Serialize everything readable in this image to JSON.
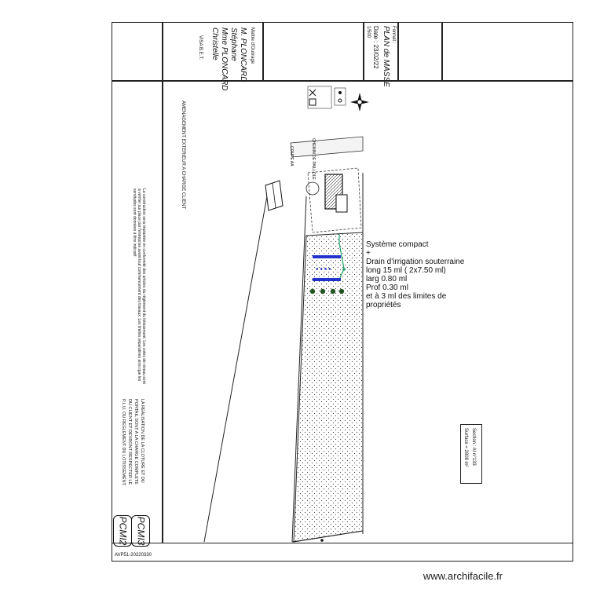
{
  "owner": {
    "title": "Maître d'Ouvrage",
    "names": [
      "M. PLONCARD",
      "Stéphane",
      "Mme PLONCARD",
      "Christelle"
    ],
    "visa": "VISA B.E.T."
  },
  "plan": {
    "format_label": "Format :",
    "title": "PLAN de MASSE",
    "date_label": "Date : 23/02/22",
    "scale": "1/500"
  },
  "amenagement": "AMENAGEMENT EXTERIEUR A CHARGE CLIENT",
  "road_label": "CHEMIN DE PAILLOLE",
  "coupe_label": "COUPE AA",
  "legend_text": "La construction sera implantée en conformité des articles du règlement du lotissement. Les cotes de niveau sont à vérifier sur place par l'entreprise avant tout commencement des travaux. Les limites séparatives ainsi que les servitudes sont données à titre indicatif.",
  "cloture_note": [
    "LA REALISATION DE LA CLOTURE ET DU",
    "PORTAIL SONT A LA CHARGE COMPLETE",
    "DU CLIENT ET DEVRONT RESPECTER LE",
    "P.L.U. OU REGLEMENT DU LOTISSEMENT."
  ],
  "section": [
    "Section : AI n°133",
    "Surface = 2808 m²"
  ],
  "pcm": [
    "PCMI3",
    "PCMI2"
  ],
  "footer_code": "AVP51-20220330",
  "annotation": {
    "lines": [
      "Système compact",
      "+",
      "Drain d'irrigation souterraine",
      "long 15 ml ( 2x7.50 ml)",
      "larg 0.80 ml",
      "Prof 0.30 ml",
      "et à 3 ml des limites de",
      "propriétés"
    ]
  },
  "watermark": "www.archifacile.fr",
  "colors": {
    "drain": "#2233cc",
    "pipe": "#1f9e6a",
    "tree": "#225522"
  }
}
